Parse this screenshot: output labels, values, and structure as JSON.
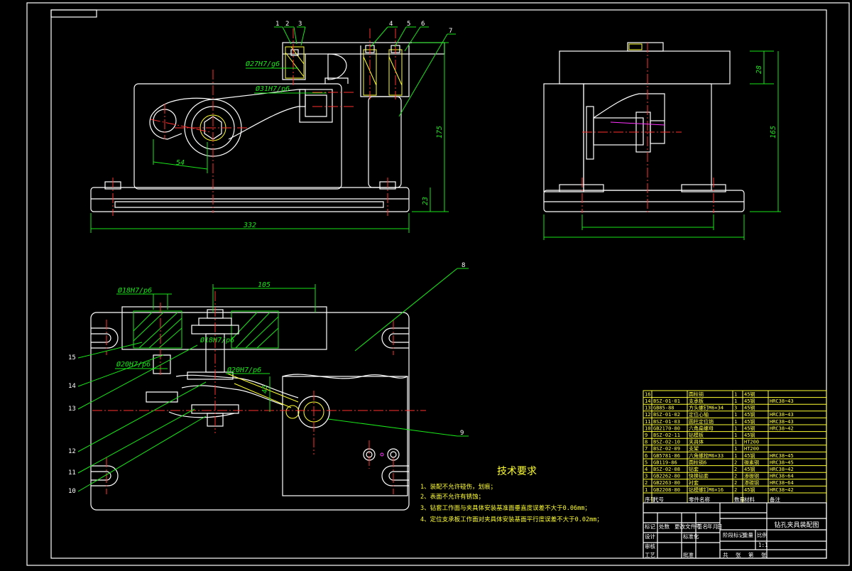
{
  "drawing": {
    "dimensions": {
      "top_dia_1": "Ø27H7/g6",
      "top_dia_2": "Ø31H7/p6",
      "width_332": "332",
      "height_175": "175",
      "height_23": "23",
      "len_54": "54",
      "side_28": "28",
      "side_165": "165",
      "plan_dia_18": "Ø18H7/p6",
      "plan_len_105": "105",
      "plan_dia_20a": "Ø20H7/p6",
      "plan_dia_20b": "Ø20H7/p6",
      "plan_dia_18b": "Ø18H7/p6",
      "plan_45": "45"
    },
    "balloons_top": [
      "1",
      "2",
      "3",
      "4",
      "5",
      "6",
      "7"
    ],
    "balloons_left": [
      "15",
      "14",
      "13",
      "12",
      "11",
      "10"
    ],
    "balloon_8": "8",
    "balloon_9": "9"
  },
  "notes": {
    "title": "技术要求",
    "items": [
      "1、装配不允许碰伤，划痕；",
      "2、表面不允许有锈蚀；",
      "3、钻套工作面与夹具体安装基准面垂直度误差不大于0.06mm；",
      "4、定位支承板工作面对夹具体安装基面平行度误差不大于0.02mm；"
    ]
  },
  "bom": {
    "rows": [
      {
        "no": "16",
        "code": "",
        "name": "圆柱销",
        "qty": "1",
        "mat": "45钢",
        "note": ""
      },
      {
        "no": "14",
        "code": "BSZ-01-01",
        "name": "支承板",
        "qty": "1",
        "mat": "45钢",
        "note": "HRC38~43"
      },
      {
        "no": "13",
        "code": "GB85-88",
        "name": "方头螺钉M6×34",
        "qty": "3",
        "mat": "45钢",
        "note": ""
      },
      {
        "no": "12",
        "code": "BSZ-01-02",
        "name": "定位心轴",
        "qty": "1",
        "mat": "45钢",
        "note": "HRC38~43"
      },
      {
        "no": "11",
        "code": "BSZ-01-03",
        "name": "圆柱定位销",
        "qty": "1",
        "mat": "45钢",
        "note": "HRC38~43"
      },
      {
        "no": "10",
        "code": "GB2170-80",
        "name": "六角扁螺母",
        "qty": "1",
        "mat": "45钢",
        "note": "HRC38~42"
      },
      {
        "no": "9",
        "code": "BSZ-02-11",
        "name": "钻模板",
        "qty": "1",
        "mat": "45钢",
        "note": ""
      },
      {
        "no": "8",
        "code": "BSZ-02-10",
        "name": "夹具体",
        "qty": "1",
        "mat": "HT200",
        "note": ""
      },
      {
        "no": "7",
        "code": "BSZ-02-09",
        "name": "支架",
        "qty": "1",
        "mat": "HT200",
        "note": ""
      },
      {
        "no": "6",
        "code": "GB5781-86",
        "name": "六角螺栓M6×33",
        "qty": "1",
        "mat": "45钢",
        "note": "HRC38~45"
      },
      {
        "no": "5",
        "code": "GB119-86",
        "name": "圆柱销6",
        "qty": "2",
        "mat": "碳素钢",
        "note": "HRC38~45"
      },
      {
        "no": "4",
        "code": "BSZ-02-08",
        "name": "钻套",
        "qty": "2",
        "mat": "45钢",
        "note": "HRC38~42"
      },
      {
        "no": "3",
        "code": "GB2262-80",
        "name": "快换钻套",
        "qty": "2",
        "mat": "渗碳钢",
        "note": "HRC38~64"
      },
      {
        "no": "2",
        "code": "GB2263-80",
        "name": "衬套",
        "qty": "2",
        "mat": "渗碳钢",
        "note": "HRC38~64"
      },
      {
        "no": "1",
        "code": "GB2208-80",
        "name": "钻模螺钉M6×16",
        "qty": "2",
        "mat": "45钢",
        "note": "HRC38~42"
      }
    ],
    "header": {
      "no": "序号",
      "code": "代号",
      "name": "零件名称",
      "qty": "数量",
      "mat": "材料",
      "note": "备注"
    }
  },
  "title_block": {
    "title": "钻孔夹具装配图",
    "row1": [
      "标记",
      "处数",
      "更改文件号",
      "签名",
      "年",
      "月",
      "日"
    ],
    "design": "设计",
    "check": "审核",
    "process": "工艺",
    "std": "标准化",
    "approve": "批准",
    "stage": "阶段标记",
    "weight": "重量",
    "scale": "比例",
    "scale_val": "1:1",
    "sheets": [
      "共",
      "张",
      "第",
      "张"
    ]
  }
}
